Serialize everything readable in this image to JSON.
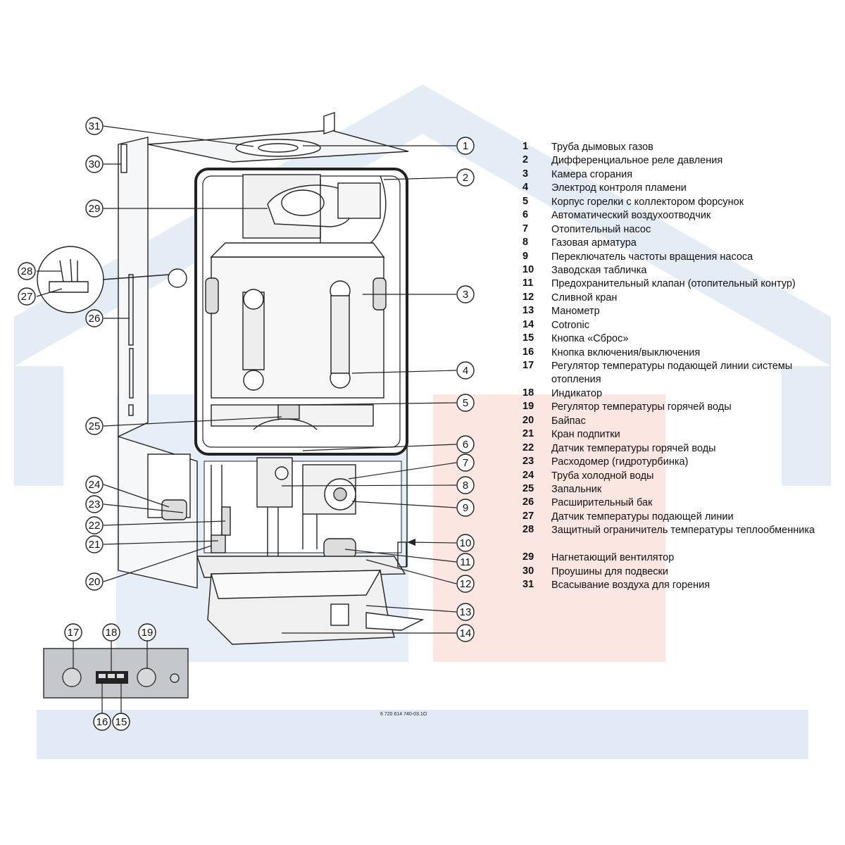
{
  "legend": [
    {
      "num": "1",
      "text": "Труба дымовых газов"
    },
    {
      "num": "2",
      "text": "Дифференциальное реле давления"
    },
    {
      "num": "3",
      "text": "Камера сгорания"
    },
    {
      "num": "4",
      "text": "Электрод контроля пламени"
    },
    {
      "num": "5",
      "text": "Корпус горелки с коллектором форсунок"
    },
    {
      "num": "6",
      "text": "Автоматический воздухоотводчик"
    },
    {
      "num": "7",
      "text": "Отопительный насос"
    },
    {
      "num": "8",
      "text": "Газовая арматура"
    },
    {
      "num": "9",
      "text": "Переключатель частоты вращения насоса"
    },
    {
      "num": "10",
      "text": "Заводская табличка"
    },
    {
      "num": "11",
      "text": "Предохранительный клапан (отопительный контур)"
    },
    {
      "num": "12",
      "text": "Сливной кран"
    },
    {
      "num": "13",
      "text": "Манометр"
    },
    {
      "num": "14",
      "text": "Cotronic"
    },
    {
      "num": "15",
      "text": "Кнопка «Сброс»"
    },
    {
      "num": "16",
      "text": "Кнопка включения/выключения"
    },
    {
      "num": "17",
      "text": "Регулятор температуры подающей линии системы отопления"
    },
    {
      "num": "18",
      "text": "Индикатор"
    },
    {
      "num": "19",
      "text": "Регулятор температуры горячей воды"
    },
    {
      "num": "20",
      "text": "Байпас"
    },
    {
      "num": "21",
      "text": "Кран подпитки"
    },
    {
      "num": "22",
      "text": "Датчик температуры горячей воды"
    },
    {
      "num": "23",
      "text": "Расходомер (гидротурбинка)"
    },
    {
      "num": "24",
      "text": "Труба холодной воды"
    },
    {
      "num": "25",
      "text": "Запальник"
    },
    {
      "num": "26",
      "text": "Расширительный бак"
    },
    {
      "num": "27",
      "text": "Датчик температуры подающей линии"
    },
    {
      "num": "28",
      "text": "Защитный ограничитель температуры теплообменника"
    },
    {
      "num": "29",
      "text": "Нагнетающий вентилятор"
    },
    {
      "num": "30",
      "text": "Проушины для подвески"
    },
    {
      "num": "31",
      "text": "Всасывание воздуха для горения"
    }
  ],
  "callouts": [
    "1",
    "2",
    "3",
    "4",
    "5",
    "6",
    "7",
    "8",
    "9",
    "10",
    "11",
    "12",
    "13",
    "14",
    "15",
    "16",
    "17",
    "18",
    "19",
    "20",
    "21",
    "22",
    "23",
    "24",
    "25",
    "26",
    "27",
    "28",
    "29",
    "30",
    "31"
  ],
  "figure_code": "6 720 614 740-03.1O",
  "colors": {
    "watermark_blue": "#dbe6f4",
    "watermark_pink": "#fbe3de",
    "line": "#222222",
    "panel_gray": "#c4c8cc"
  }
}
